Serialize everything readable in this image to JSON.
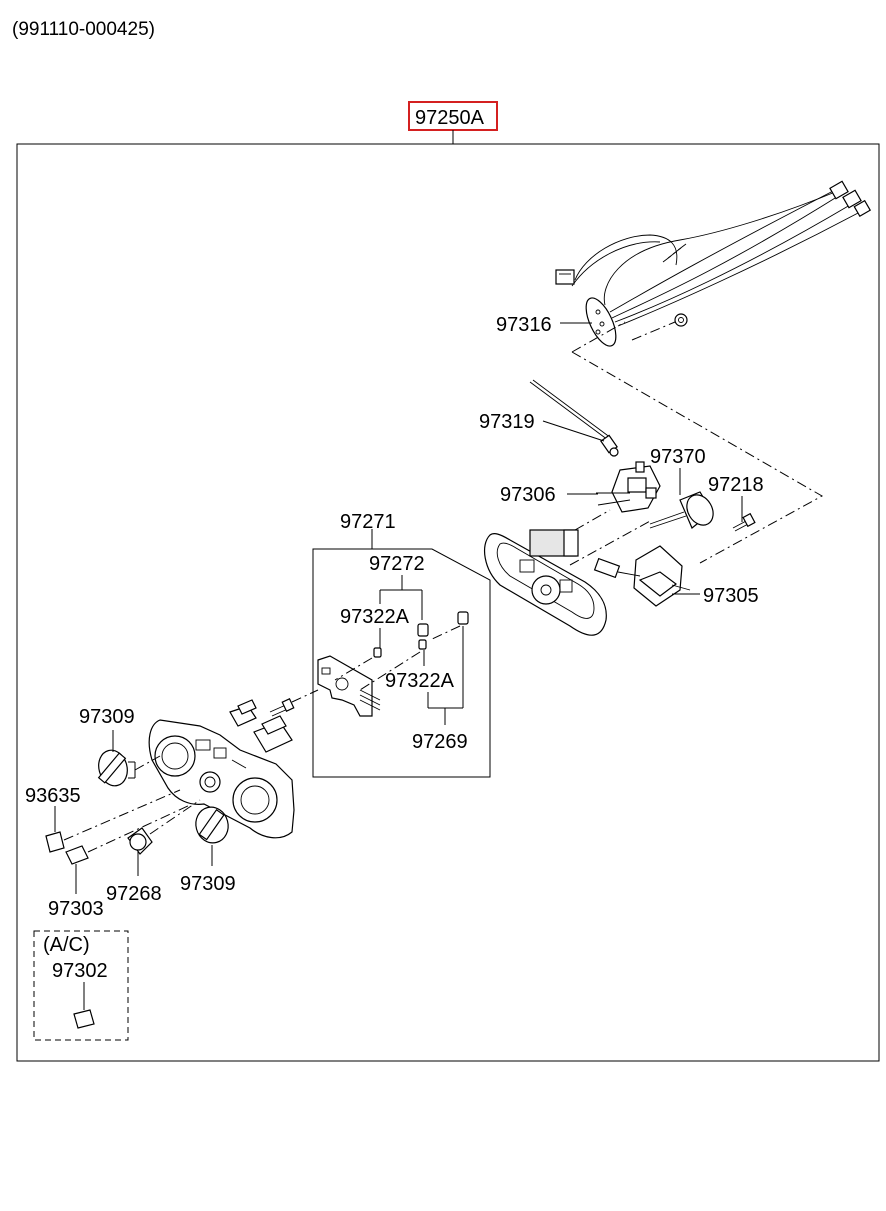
{
  "diagram_code": "(991110-000425)",
  "assembly": {
    "part_no": "97250A",
    "highlight_color": "#d42020"
  },
  "labels": {
    "p97316": "97316",
    "p97319": "97319",
    "p97370": "97370",
    "p97218": "97218",
    "p97306": "97306",
    "p97305": "97305",
    "p97271": "97271",
    "p97272": "97272",
    "p97322a_top": "97322A",
    "p97322a_bottom": "97322A",
    "p97269": "97269",
    "p97309_left": "97309",
    "p93635": "93635",
    "p97303": "97303",
    "p97268": "97268",
    "p97309_right": "97309"
  },
  "ac_box": {
    "title": "(A/C)",
    "part_no": "97302"
  }
}
